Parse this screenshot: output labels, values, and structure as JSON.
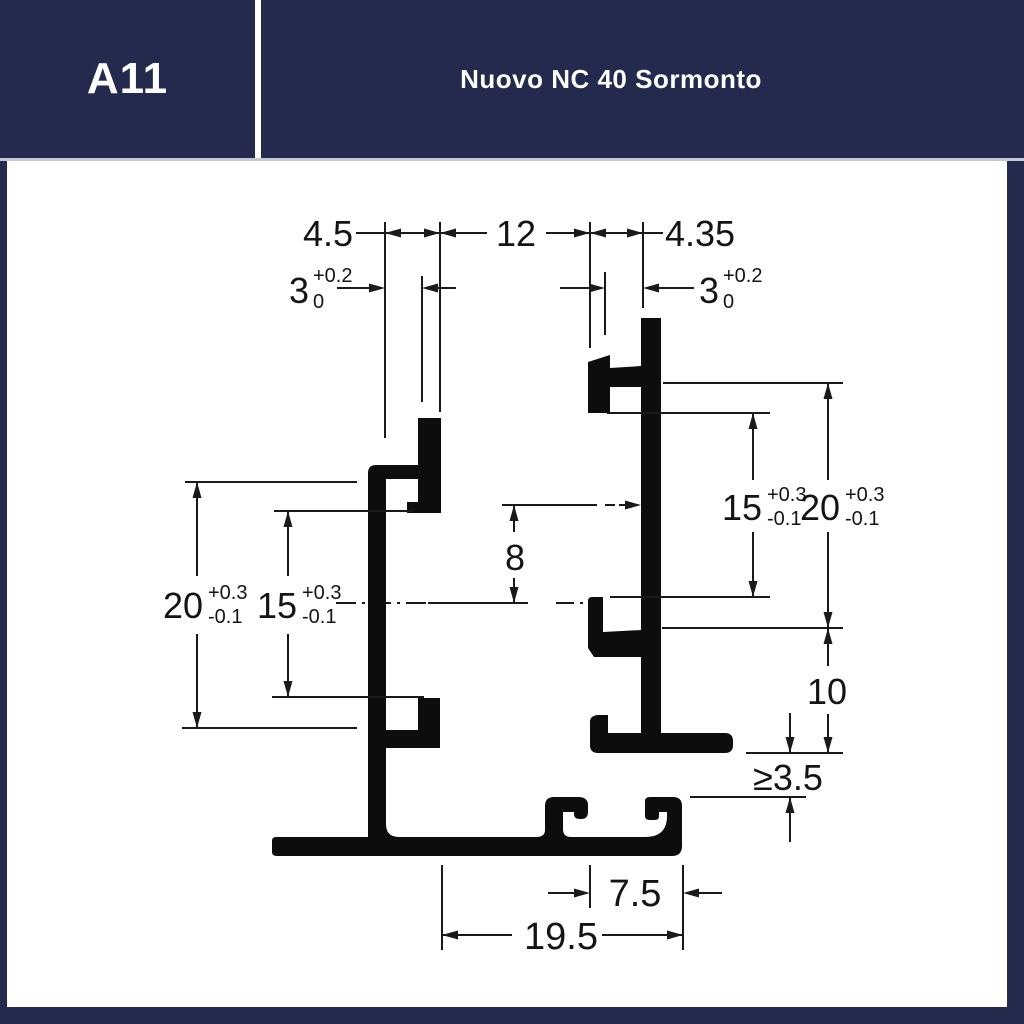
{
  "header": {
    "code": "A11",
    "title": "Nuovo NC 40 Sormonto"
  },
  "colors": {
    "navy": "#242a4e",
    "white": "#ffffff",
    "ink": "#141414"
  },
  "dims": {
    "top_left_width": {
      "value": "4.5"
    },
    "top_middle_width": {
      "value": "12"
    },
    "top_right_width": {
      "value": "4.35"
    },
    "groove_left": {
      "value": "3",
      "plus": "+0.2",
      "minus": "0"
    },
    "groove_right": {
      "value": "3",
      "plus": "+0.2",
      "minus": "0"
    },
    "left_outer_height": {
      "value": "20",
      "plus": "+0.3",
      "minus": "-0.1"
    },
    "left_inner_height": {
      "value": "15",
      "plus": "+0.3",
      "minus": "-0.1"
    },
    "center_offset": {
      "value": "8"
    },
    "right_inner_height": {
      "value": "15",
      "plus": "+0.3",
      "minus": "-0.1"
    },
    "right_outer_height": {
      "value": "20",
      "plus": "+0.3",
      "minus": "-0.1"
    },
    "bottom_channel_height": {
      "value": "10"
    },
    "min_clearance": {
      "value": "≥3.5"
    },
    "screw_channel_width": {
      "value": "7.5"
    },
    "base_width": {
      "value": "19.5"
    }
  }
}
